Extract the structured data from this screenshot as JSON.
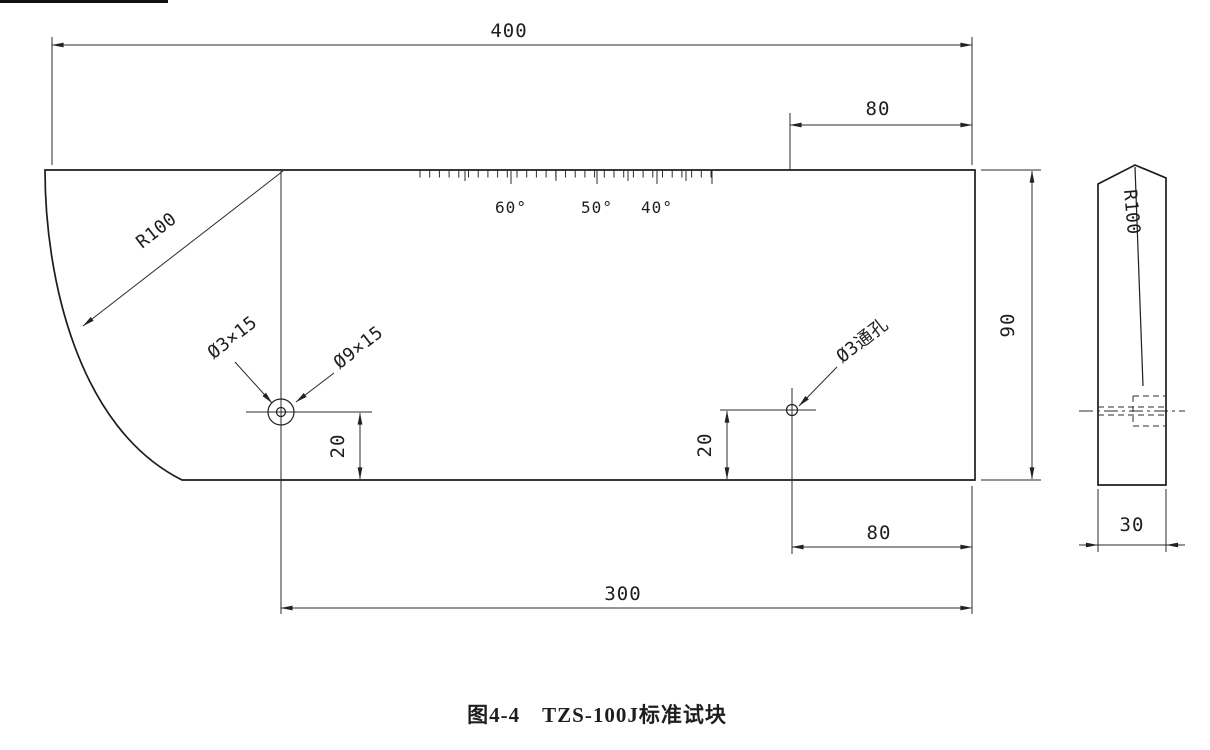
{
  "drawing": {
    "caption": {
      "text": "图4-4　TZS-100J标准试块",
      "color": "#1c3cb0"
    },
    "dimensions": {
      "overall_width": "400",
      "top_right_offset": "80",
      "height": "90",
      "hole_height_left": "20",
      "hole_height_right": "20",
      "hole_spacing": "300",
      "bottom_right_offset": "80",
      "thickness": "30"
    },
    "angle_scale": {
      "labels": [
        "60°",
        "50°",
        "40°"
      ]
    },
    "radius_front": "R100",
    "radius_side": "R100",
    "holes": {
      "small": "Ø3×15",
      "counterbore": "Ø9×15",
      "through": "Ø3通孔"
    }
  }
}
